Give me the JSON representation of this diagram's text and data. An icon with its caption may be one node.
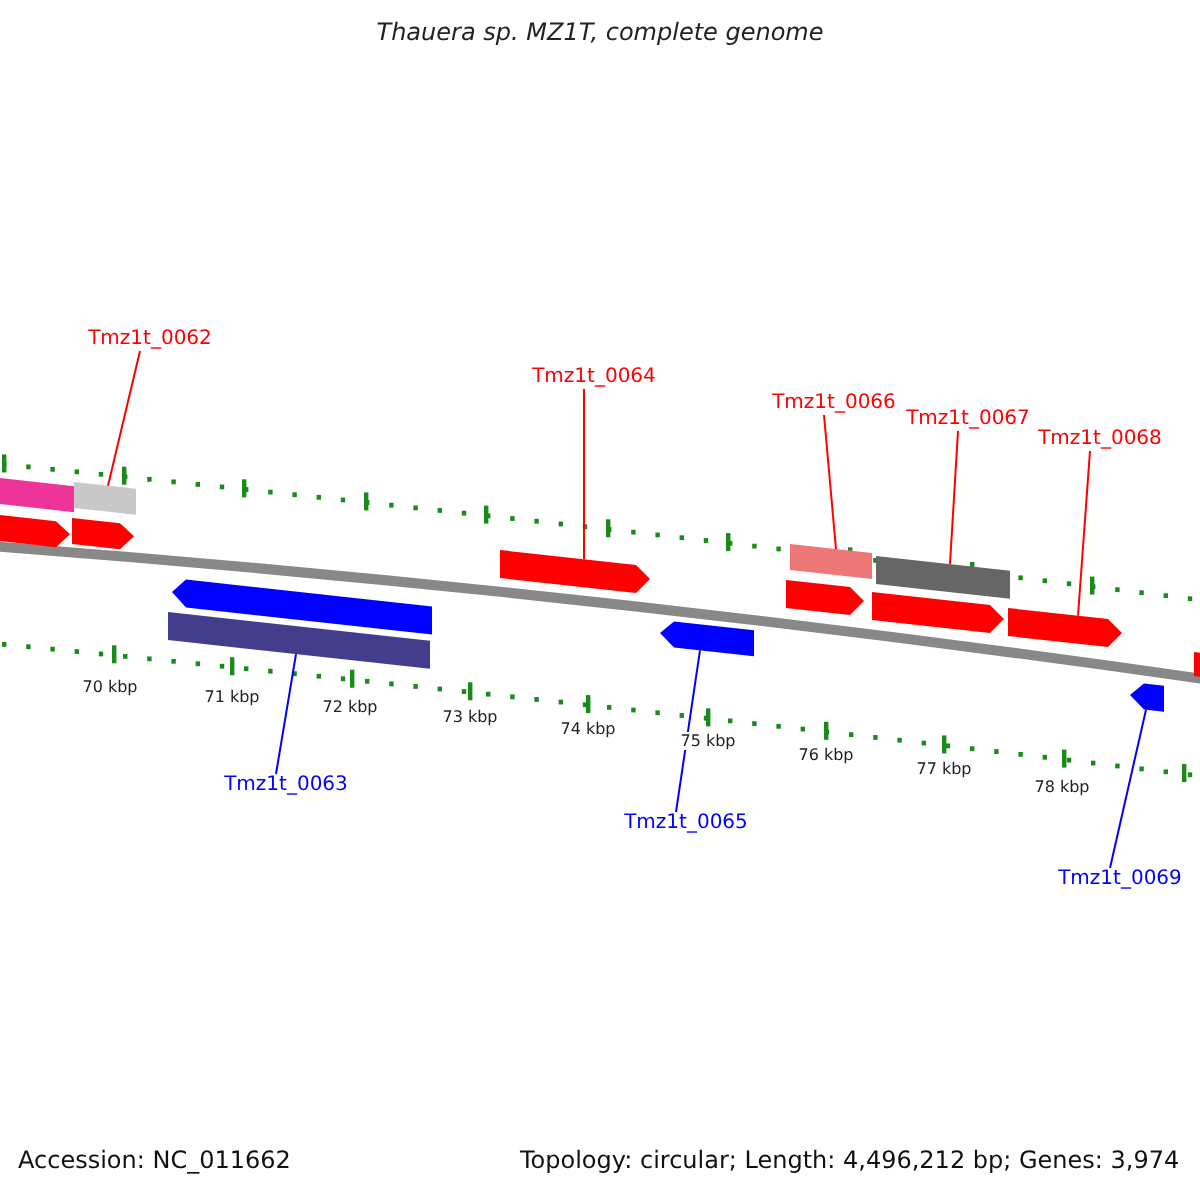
{
  "diagram": {
    "title": "Thauera sp. MZ1T, complete genome",
    "nodes": [
      {
        "text": [
          "Tmz1t_0062"
        ]
      },
      {
        "text": [
          "Tmz1t_0064"
        ]
      },
      {
        "text": [
          "Tmz1t_0066"
        ]
      },
      {
        "text": [
          "Tmz1t_0067"
        ]
      },
      {
        "text": [
          "Tmz1t_0068"
        ]
      },
      {
        "text": [
          "Tmz1t_0063"
        ]
      },
      {
        "text": [
          "Tmz1t_0065"
        ]
      },
      {
        "text": [
          "Tmz1t_0069"
        ]
      },
      {
        "text": [],
        "shape": "bar"
      },
      {
        "text": [],
        "shape": "pentagon"
      },
      {
        "text": [],
        "shape": "bar"
      },
      {
        "text": [],
        "shape": "pentagon"
      },
      {
        "text": [],
        "shape": "bar"
      },
      {
        "text": [],
        "shape": "pentagon"
      },
      {
        "text": [],
        "shape": "pentagon"
      },
      {
        "text": [],
        "shape": "pentagon"
      },
      {
        "text": [],
        "shape": "pentagon"
      },
      {
        "text": [],
        "shape": "bar"
      },
      {
        "text": [],
        "shape": "pentagon"
      },
      {
        "text": [],
        "shape": "bar"
      },
      {
        "text": [],
        "shape": "pentagon"
      },
      {
        "text": [],
        "shape": "pentagon"
      },
      {
        "text": [],
        "shape": "bar"
      }
    ],
    "edges": [
      {
        "from": 0,
        "to": 10,
        "arrow": "none"
      },
      {
        "from": 1,
        "to": 14,
        "arrow": "none"
      },
      {
        "from": 2,
        "to": 17,
        "arrow": "none"
      },
      {
        "from": 3,
        "to": 19,
        "arrow": "none"
      },
      {
        "from": 4,
        "to": 20,
        "arrow": "none"
      },
      {
        "from": 5,
        "to": 12,
        "arrow": "none",
        "color": "#0000ff"
      },
      {
        "from": 6,
        "to": 15,
        "arrow": "none",
        "color": "#0000ff"
      },
      {
        "from": 7,
        "to": 21,
        "arrow": "none",
        "color": "#0000ff"
      }
    ],
    "labels": [
      "70 kbp",
      "71 kbp",
      "72 kbp",
      "73 kbp",
      "74 kbp",
      "75 kbp",
      "76 kbp",
      "77 kbp",
      "78 kbp",
      "Accession: NC_011662",
      "Topology: circular; Length: 4,496,212 bp; Genes: 3,974"
    ]
  }
}
